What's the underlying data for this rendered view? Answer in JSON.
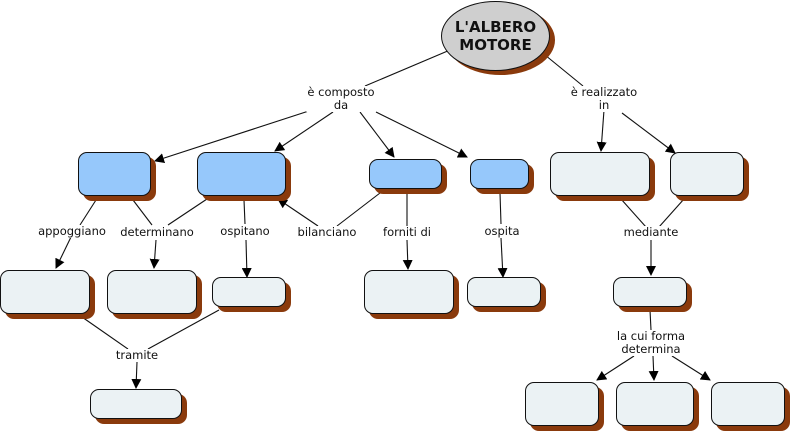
{
  "root": {
    "line1": "L'ALBERO",
    "line2": "MOTORE"
  },
  "links": {
    "composto": {
      "line1": "è composto",
      "line2": "da"
    },
    "realizzato": {
      "line1": "è realizzato",
      "line2": "in"
    },
    "appoggiano": "appoggiano",
    "determinano": "determinano",
    "ospitano": "ospitano",
    "bilanciano": "bilanciano",
    "forniti": "forniti di",
    "ospita": "ospita",
    "mediante": "mediante",
    "tramite": "tramite",
    "forma": {
      "line1": "la cui forma",
      "line2": "determina"
    }
  },
  "colors": {
    "blue_node": "#96c8fb",
    "pale_node": "#ebf2f4",
    "root_node": "#cfcfcf",
    "shadow": "#8a3a0c"
  }
}
